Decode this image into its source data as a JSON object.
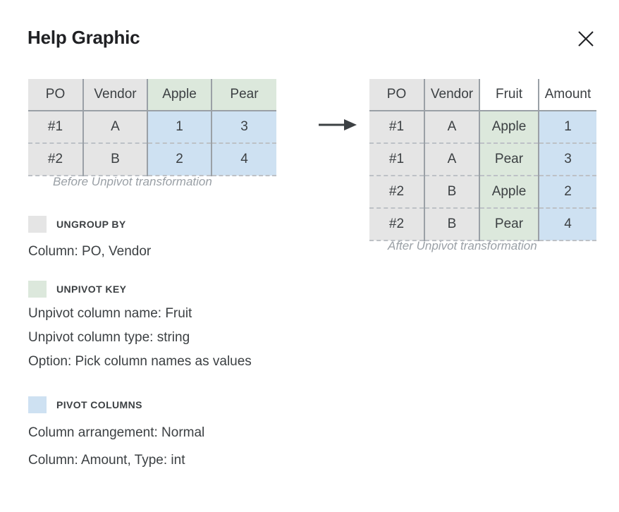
{
  "header": {
    "title": "Help Graphic",
    "close_icon": "close-icon"
  },
  "before_table": {
    "caption": "Before Unpivot transformation",
    "columns": [
      "PO",
      "Vendor",
      "Apple",
      "Pear"
    ],
    "rows": [
      [
        "#1",
        "A",
        "1",
        "3"
      ],
      [
        "#2",
        "B",
        "2",
        "4"
      ]
    ]
  },
  "arrow": {
    "icon": "arrow-right-icon"
  },
  "after_table": {
    "caption": "After Unpivot transformation",
    "columns": [
      "PO",
      "Vendor",
      "Fruit",
      "Amount"
    ],
    "rows": [
      [
        "#1",
        "A",
        "Apple",
        "1"
      ],
      [
        "#1",
        "A",
        "Pear",
        "3"
      ],
      [
        "#2",
        "B",
        "Apple",
        "2"
      ],
      [
        "#2",
        "B",
        "Pear",
        "4"
      ]
    ]
  },
  "legend": {
    "ungroup": {
      "title": "UNGROUP BY",
      "swatch_color": "#e5e5e5",
      "lines": [
        "Column: PO, Vendor"
      ]
    },
    "unpivot_key": {
      "title": "UNPIVOT KEY",
      "swatch_color": "#dce8dc",
      "lines": [
        "Unpivot column name: Fruit",
        "Unpivot column type: string",
        "Option: Pick column names as values"
      ]
    },
    "pivot_columns": {
      "title": "PIVOT COLUMNS",
      "swatch_color": "#cee1f2",
      "lines": [
        "Column arrangement: Normal",
        "Column: Amount, Type: int"
      ]
    }
  }
}
